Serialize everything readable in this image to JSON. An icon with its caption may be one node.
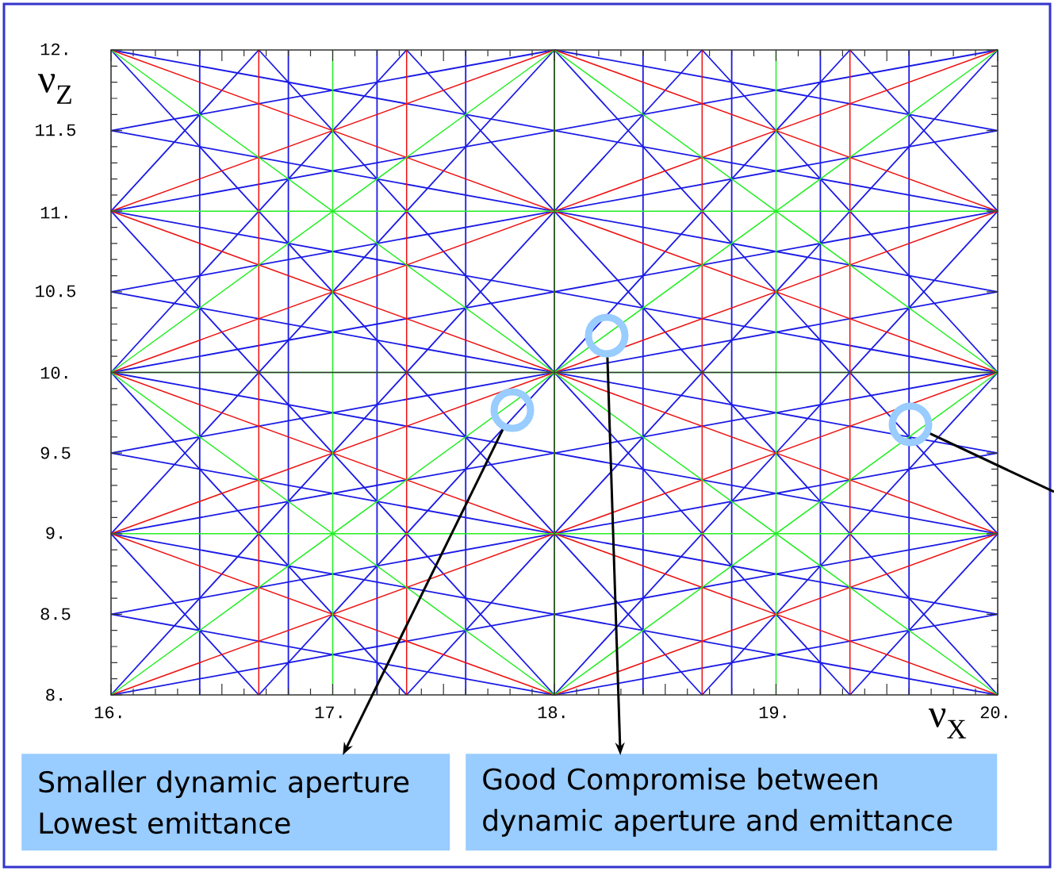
{
  "diagram": {
    "nodes": [
      {
        "text": [],
        "shape": "circle"
      },
      {
        "text": [],
        "shape": "circle"
      },
      {
        "text": [],
        "shape": "circle"
      },
      {
        "text": [
          "Smaller dynamic aperture",
          "Lowest emittance"
        ]
      },
      {
        "text": [
          "Good Compromise between dynamic aperture and emittance"
        ]
      }
    ],
    "edges": [
      {
        "from": 1,
        "to": 3,
        "arrow": "to"
      },
      {
        "from": 0,
        "to": 4,
        "arrow": "to"
      },
      {
        "from": 2,
        "to": null,
        "arrow": "none"
      }
    ],
    "labels": [
      "12.",
      "ν$_{Z}$",
      "11.5",
      "11.",
      "10.5",
      "10.",
      "9.5",
      "9.",
      "8.5",
      "8.",
      "16.",
      "17.",
      "18.",
      "19.",
      "ν$_{X}$",
      "20."
    ]
  }
}
